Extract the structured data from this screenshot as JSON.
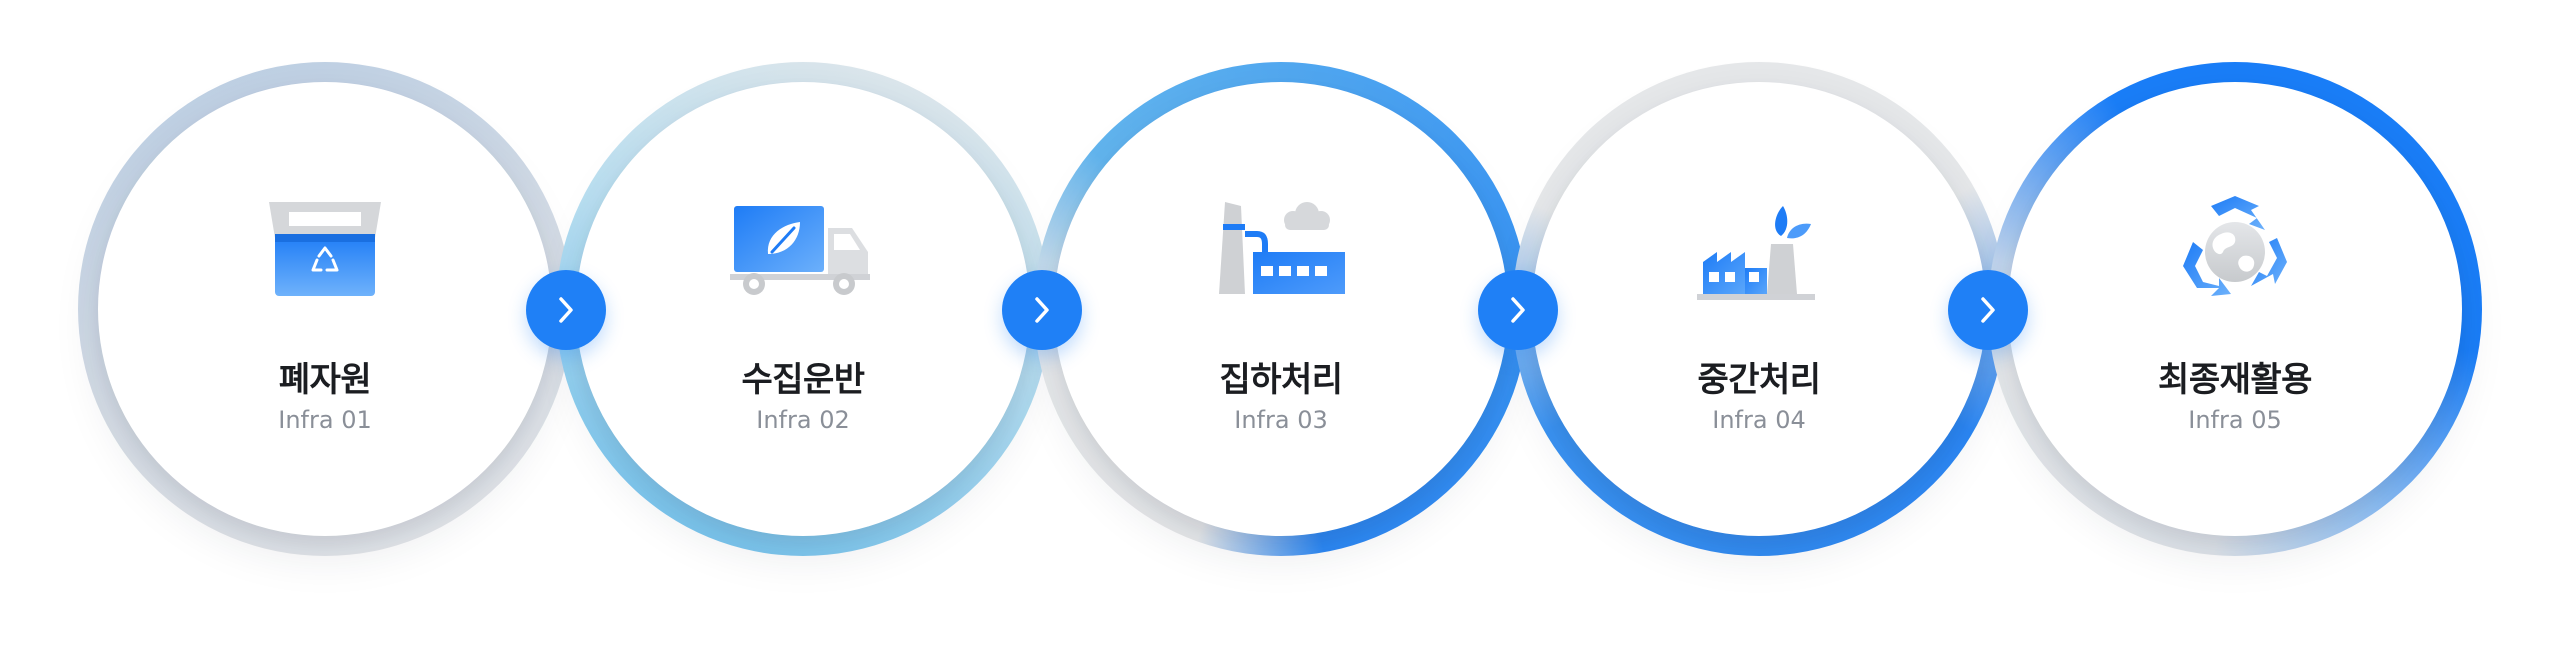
{
  "steps": [
    {
      "title": "폐자원",
      "subtitle": "Infra 01",
      "icon": "recycle-bin-icon"
    },
    {
      "title": "수집운반",
      "subtitle": "Infra 02",
      "icon": "truck-icon"
    },
    {
      "title": "집하처리",
      "subtitle": "Infra 03",
      "icon": "plant-icon"
    },
    {
      "title": "중간처리",
      "subtitle": "Infra 04",
      "icon": "eco-factory-icon"
    },
    {
      "title": "최종재활용",
      "subtitle": "Infra 05",
      "icon": "recycle-globe-icon"
    }
  ],
  "connectors": [
    "chevron-right-icon",
    "chevron-right-icon",
    "chevron-right-icon",
    "chevron-right-icon"
  ],
  "colors": {
    "accent": "#1f80f6",
    "accent_light": "#6cc1ef",
    "ring_gray": "#e6e8ea",
    "title_text": "#1b1d21",
    "subtitle_text": "#8a8f98"
  }
}
